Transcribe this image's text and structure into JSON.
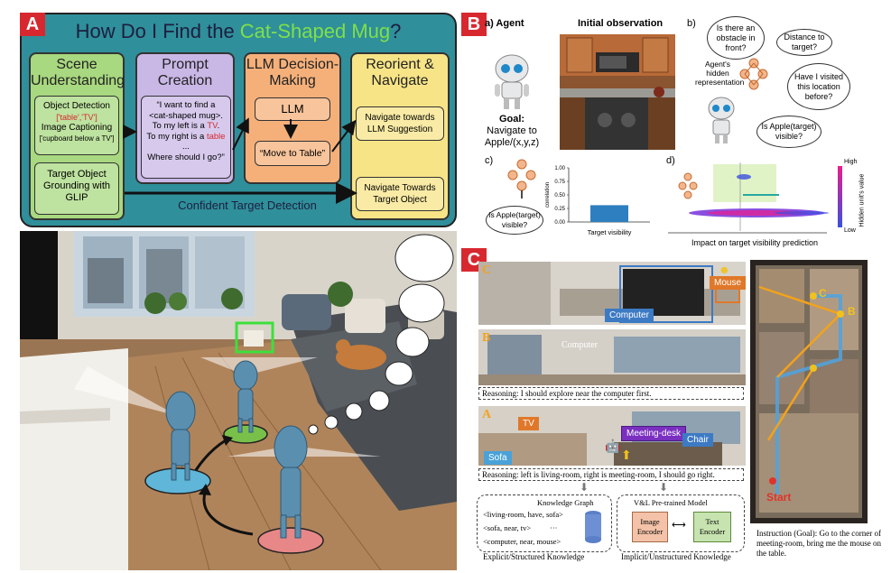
{
  "panel_a": {
    "tag": "A",
    "title_prefix": "How Do I Find the ",
    "title_highlight": "Cat-Shaped Mug",
    "title_suffix": "?",
    "scene": {
      "heading_1": "Scene",
      "heading_2": "Understanding",
      "item1_line1": "Object Detection",
      "item1_detect": "['table','TV']",
      "item1_line2": "Image Captioning",
      "item1_caption": "['cupboard below a TV']",
      "item2_line1": "Target Object",
      "item2_line2": "Grounding with",
      "item2_line3": "GLIP"
    },
    "prompt": {
      "heading_1": "Prompt",
      "heading_2": "Creation",
      "q1": "“I want to find a",
      "q2": "<cat-shaped mug>.",
      "q3a": "To my left is a ",
      "q3b": "TV",
      "q3c": ".",
      "q4a": "To my right is a ",
      "q4b": "table",
      "q5": "...",
      "q6": "Where should I go?”"
    },
    "llm": {
      "heading_1": "LLM Decision-",
      "heading_2": "Making",
      "llm_label": "LLM",
      "move_label": "“Move to Table”"
    },
    "reorient": {
      "heading_1": "Reorient &",
      "heading_2": "Navigate",
      "nav1_line1": "Navigate towards",
      "nav1_line2": "LLM Suggestion",
      "nav2_line1": "Navigate Towards",
      "nav2_line2": "Target Object"
    },
    "confident": "Confident Target Detection"
  },
  "panel_b": {
    "tag": "B",
    "a_label": "a) Agent",
    "init_obs": "Initial observation",
    "goal_label": "Goal:",
    "goal_line1": "Navigate to",
    "goal_line2": "Apple/(x,y,z)",
    "b_label": "b)",
    "thought_obstacle": "Is there an obstacle in front?",
    "thought_distance": "Distance to target?",
    "thought_visited": "Have I visited this location before?",
    "thought_apple": "Is Apple(target) visible?",
    "hidden_rep_1": "Agent's",
    "hidden_rep_2": "hidden",
    "hidden_rep_3": "representation",
    "c_label": "c)",
    "c_thought": "Is Apple(target) visible?",
    "d_label": "d)",
    "d_xlabel": "Impact on target visibility prediction",
    "colorbar_high": "High",
    "colorbar_low": "Low",
    "colorbar_label": "Hidden unit's value",
    "accent_pink": "#e91e8c",
    "accent_blue": "#3b4fe0"
  },
  "chart_data": {
    "type": "bar",
    "categories": [
      "Target visibility"
    ],
    "values": [
      0.31
    ],
    "ylabel": "correlation",
    "ylim": [
      0,
      1.0
    ],
    "yticks": [
      "0.00",
      "0.25",
      "0.50",
      "0.75",
      "1.00"
    ]
  },
  "panel_c": {
    "tag": "C",
    "row_c_letter": "C",
    "row_b_letter": "B",
    "row_a_letter": "A",
    "label_computer": "Computer",
    "label_mouse": "Mouse",
    "label_computer_b": "Computer",
    "label_tv": "TV",
    "label_meeting": "Meeting-desk",
    "label_chair": "Chair",
    "label_sofa": "Sofa",
    "reason_b": "Reasoning: I should explore near the computer first.",
    "reason_a": "Reasoning: left is living-room, right is meeting-room, I should go right.",
    "kg_title": "Knowledge Graph",
    "kg_1": "<living-room, have, sofa>",
    "kg_2": "<sofa, near, tv>",
    "kg_3": "<computer, near, mouse>",
    "kg_dots": "···",
    "vl_title": "V&L Pre-trained Model",
    "img_enc_1": "Image",
    "img_enc_2": "Encoder",
    "txt_enc_1": "Text",
    "txt_enc_2": "Encoder",
    "explicit": "Explicit/Structured Knowledge",
    "implicit": "Implicit/Unstructured Knowledge",
    "map_start": "Start",
    "map_b": "B",
    "map_c": "C",
    "instruction": "Instruction (Goal): Go to the corner of meeting-room, bring me the mouse on the table."
  }
}
